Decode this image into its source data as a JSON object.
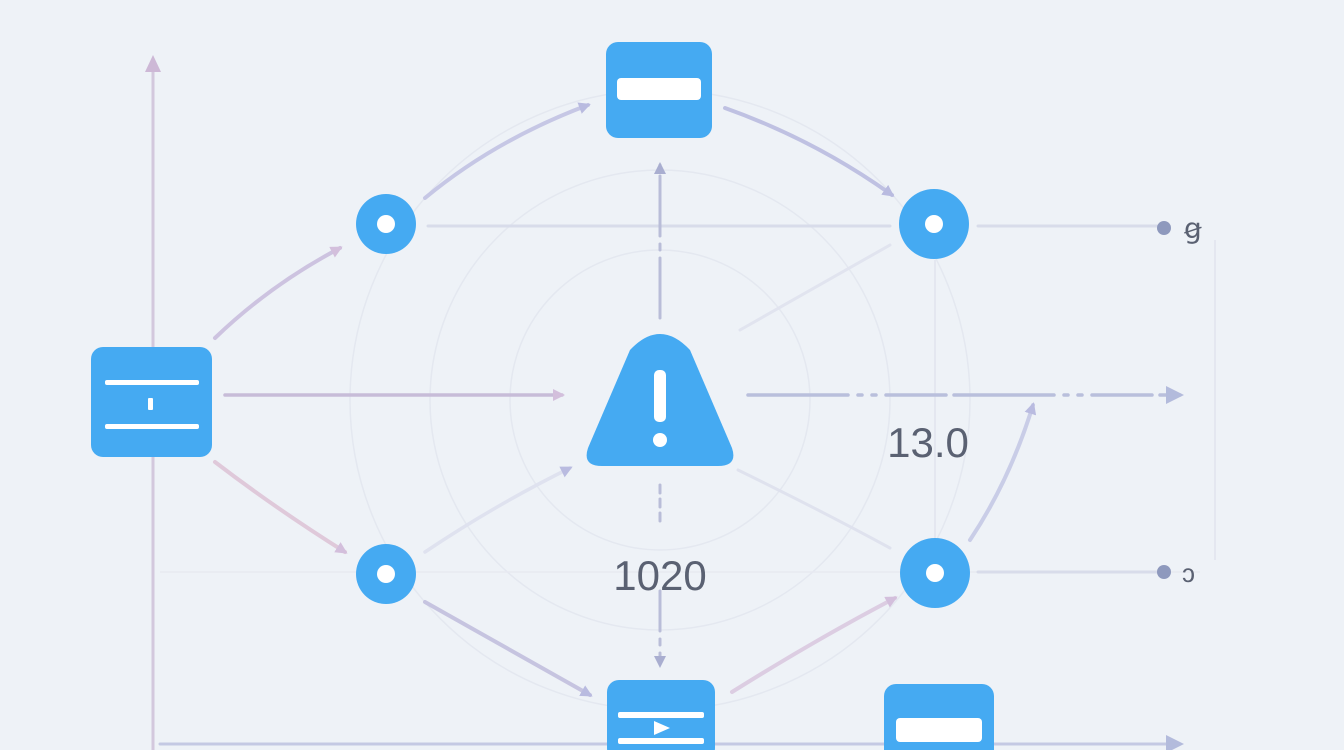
{
  "diagram": {
    "colors": {
      "background": "#eef2f7",
      "node_fill": "#45aaf2",
      "node_glyph": "#ffffff",
      "edge_lavender": "#c4c6e4",
      "edge_pink": "#d8c7de",
      "edge_grey": "#c9cee2",
      "text": "#5a6172",
      "terminal_dot": "#8e99bd"
    },
    "nodes": [
      {
        "id": "top-box",
        "icon": "minus-box-icon"
      },
      {
        "id": "left-box",
        "icon": "split-box-icon"
      },
      {
        "id": "center-warning",
        "icon": "warning-triangle-icon"
      },
      {
        "id": "circle-upper-left",
        "icon": "ring-icon"
      },
      {
        "id": "circle-upper-right",
        "icon": "ring-icon"
      },
      {
        "id": "circle-lower-left",
        "icon": "ring-icon"
      },
      {
        "id": "circle-lower-right",
        "icon": "ring-icon"
      },
      {
        "id": "bottom-box",
        "icon": "media-box-icon"
      },
      {
        "id": "bottom-right-box",
        "icon": "minus-box-icon"
      }
    ],
    "labels": {
      "value_right": "13.0",
      "value_bottom": "1020",
      "terminal_upper": "ꞡ",
      "terminal_lower": "ↄ"
    }
  }
}
